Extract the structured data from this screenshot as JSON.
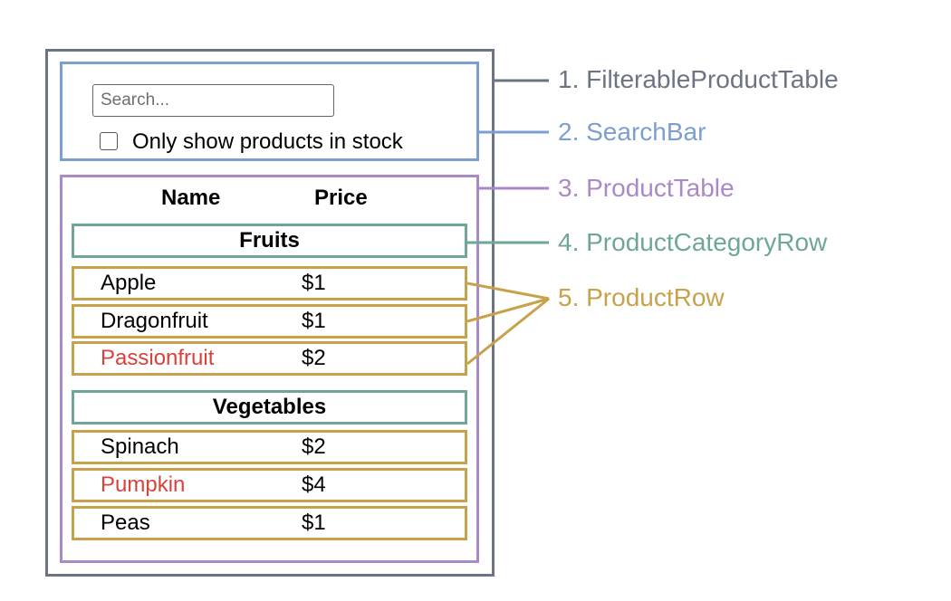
{
  "components": [
    {
      "label": "1. FilterableProductTable",
      "color": "#6b7385"
    },
    {
      "label": "2. SearchBar",
      "color": "#7d9fd0"
    },
    {
      "label": "3. ProductTable",
      "color": "#a98ac7"
    },
    {
      "label": "4. ProductCategoryRow",
      "color": "#6ea797"
    },
    {
      "label": "5. ProductRow",
      "color": "#c7a24b"
    }
  ],
  "search": {
    "placeholder": "Search...",
    "checkbox_label": "Only show products in stock"
  },
  "table": {
    "headers": [
      "Name",
      "Price"
    ],
    "categories": [
      {
        "name": "Fruits",
        "products": [
          {
            "name": "Apple",
            "price": "$1",
            "stocked": true
          },
          {
            "name": "Dragonfruit",
            "price": "$1",
            "stocked": true
          },
          {
            "name": "Passionfruit",
            "price": "$2",
            "stocked": false
          }
        ]
      },
      {
        "name": "Vegetables",
        "products": [
          {
            "name": "Spinach",
            "price": "$2",
            "stocked": true
          },
          {
            "name": "Pumpkin",
            "price": "$4",
            "stocked": false
          },
          {
            "name": "Peas",
            "price": "$1",
            "stocked": true
          }
        ]
      }
    ]
  },
  "out_of_stock_color": "#d9423a"
}
